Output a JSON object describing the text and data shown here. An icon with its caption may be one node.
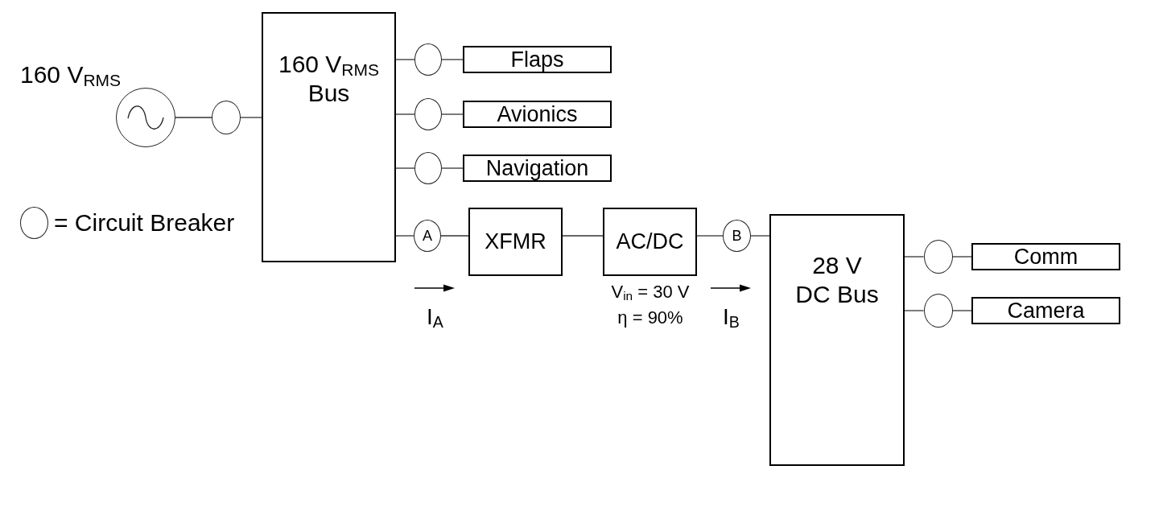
{
  "diagram": {
    "nodes": [
      {
        "text": [],
        "shape": "circle",
        "beside": [
          "160 V$_{RMS}$"
        ]
      },
      {
        "text": [],
        "shape": "oval"
      },
      {
        "text": [
          "160 V$_{RMS}$ Bus"
        ]
      },
      {
        "text": [],
        "shape": "oval"
      },
      {
        "text": [
          "Flaps"
        ]
      },
      {
        "text": [],
        "shape": "oval"
      },
      {
        "text": [
          "Avionics"
        ]
      },
      {
        "text": [],
        "shape": "oval"
      },
      {
        "text": [
          "Navigation"
        ]
      },
      {
        "text": [
          "A"
        ]
      },
      {
        "text": [
          "XFMR"
        ]
      },
      {
        "text": [
          "AC/DC"
        ],
        "beside": [
          "V$_{in}$ = 30 V",
          "η = 90%"
        ]
      },
      {
        "text": [
          "B"
        ]
      },
      {
        "text": [
          "28 V DC Bus"
        ]
      },
      {
        "text": [],
        "shape": "oval"
      },
      {
        "text": [
          "Comm"
        ]
      },
      {
        "text": [],
        "shape": "oval"
      },
      {
        "text": [
          "Camera"
        ]
      }
    ],
    "edges": [
      {
        "from": 0,
        "to": 1,
        "arrow": "none"
      },
      {
        "from": 1,
        "to": 2,
        "arrow": "none"
      },
      {
        "from": 2,
        "to": 3,
        "arrow": "none"
      },
      {
        "from": 3,
        "to": 4,
        "arrow": "none"
      },
      {
        "from": 2,
        "to": 5,
        "arrow": "none"
      },
      {
        "from": 5,
        "to": 6,
        "arrow": "none"
      },
      {
        "from": 2,
        "to": 7,
        "arrow": "none"
      },
      {
        "from": 7,
        "to": 8,
        "arrow": "none"
      },
      {
        "from": 2,
        "to": 9,
        "arrow": "none"
      },
      {
        "from": 9,
        "to": 10,
        "arrow": "none"
      },
      {
        "from": 10,
        "to": 11,
        "arrow": "none"
      },
      {
        "from": 11,
        "to": 12,
        "arrow": "none"
      },
      {
        "from": 12,
        "to": 13,
        "arrow": "none"
      },
      {
        "from": 13,
        "to": 14,
        "arrow": "none"
      },
      {
        "from": 14,
        "to": 15,
        "arrow": "none"
      },
      {
        "from": 13,
        "to": 16,
        "arrow": "none"
      },
      {
        "from": 16,
        "to": 17,
        "arrow": "none"
      }
    ],
    "labels": [
      "I$_{A}$",
      "I$_{B}$"
    ],
    "legend": [
      {
        "text": "= Circuit Breaker"
      }
    ]
  }
}
